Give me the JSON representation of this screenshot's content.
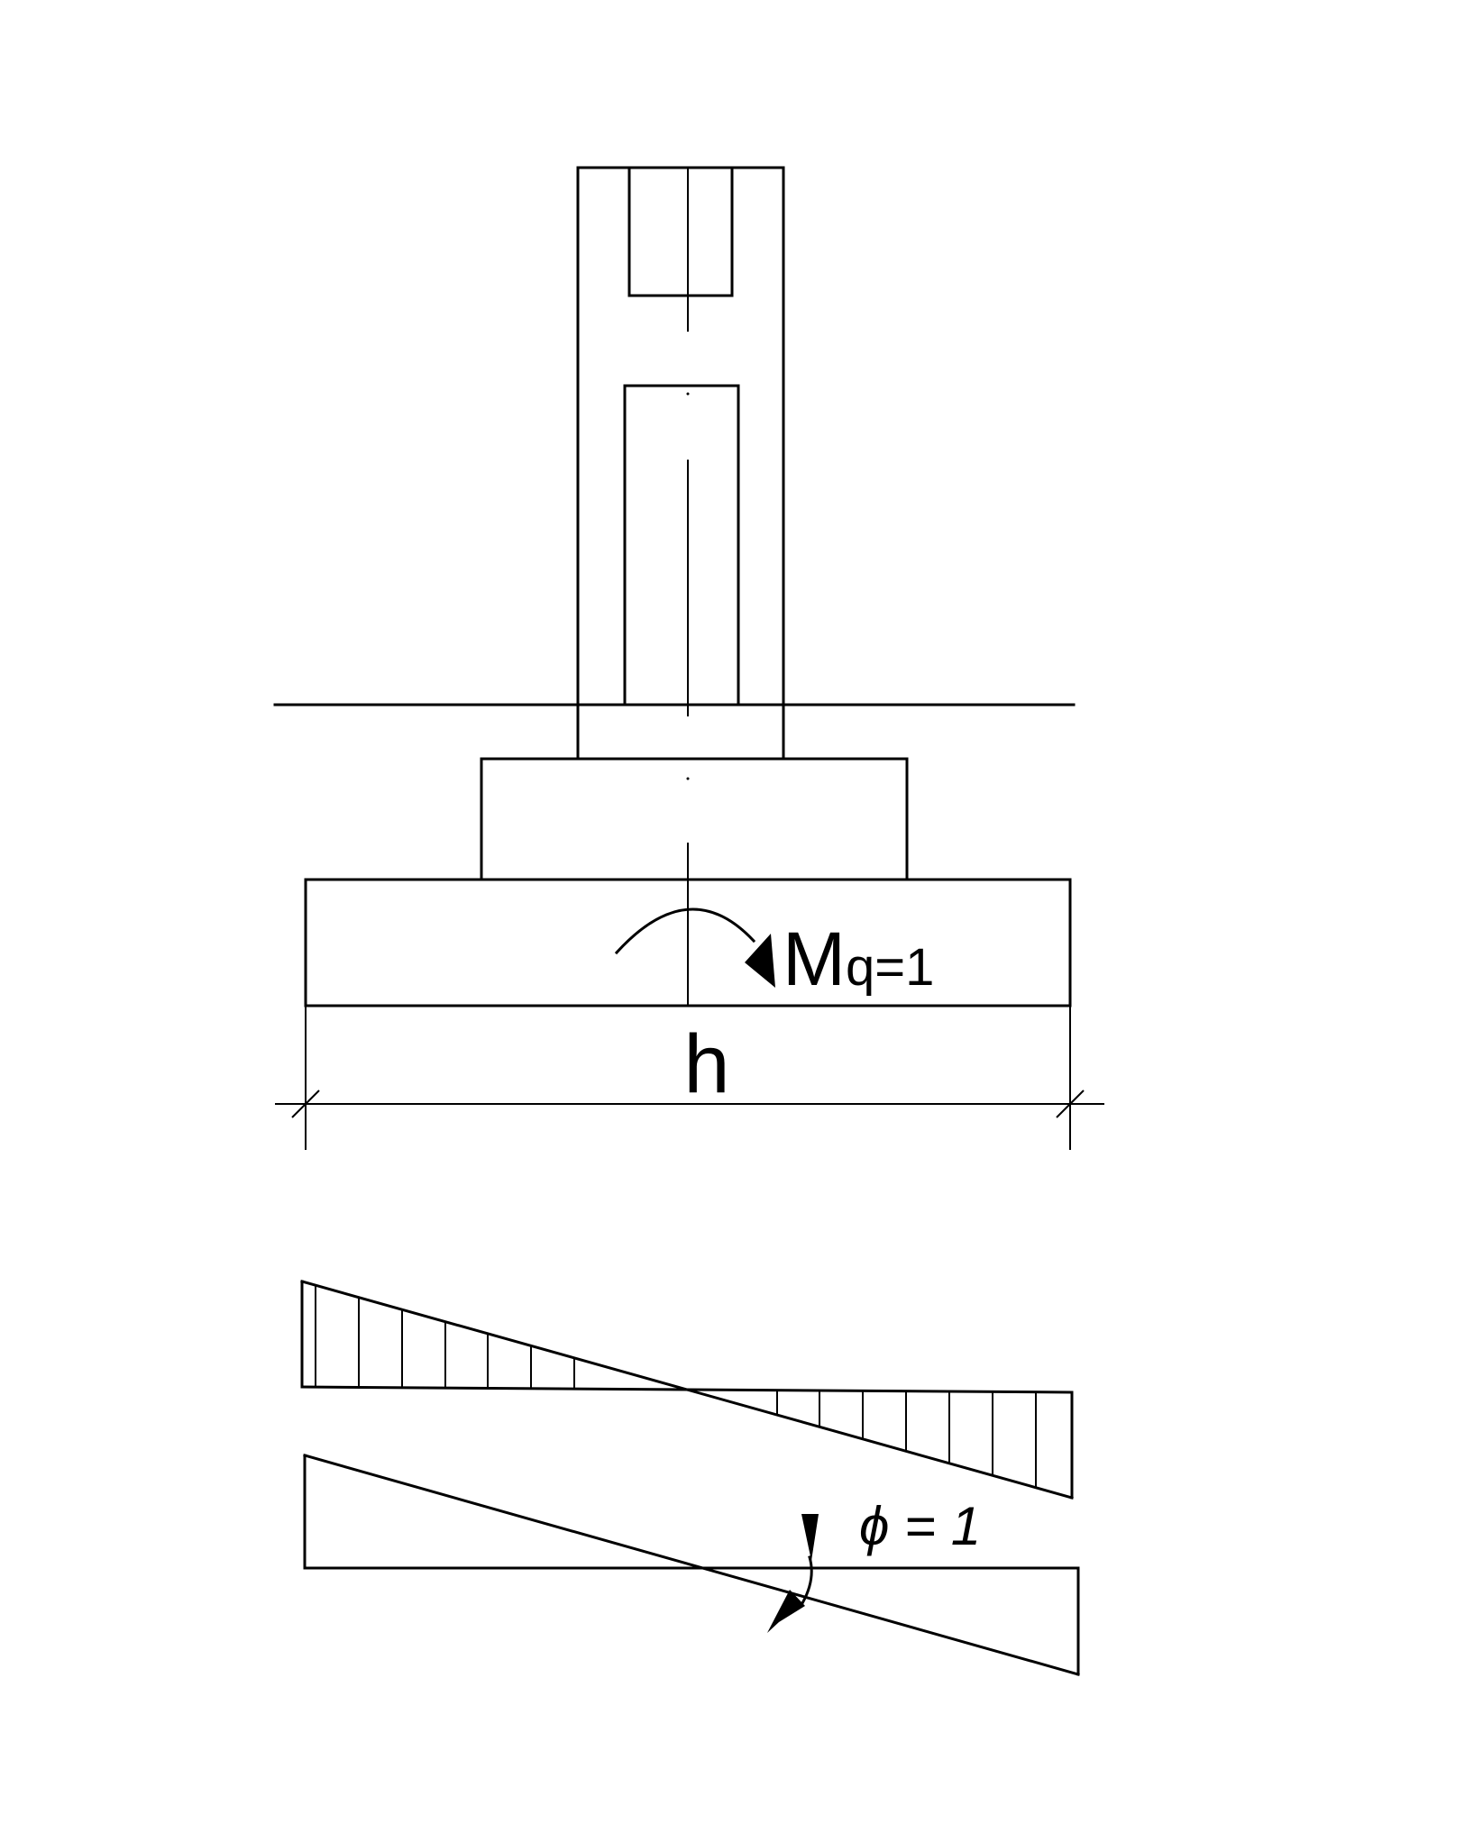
{
  "labels": {
    "moment_main": "M",
    "moment_sub": "q=1",
    "width_label": "h",
    "rotation_label": "ϕ = 1"
  },
  "colors": {
    "ink": "#000000",
    "paper": "#ffffff"
  }
}
